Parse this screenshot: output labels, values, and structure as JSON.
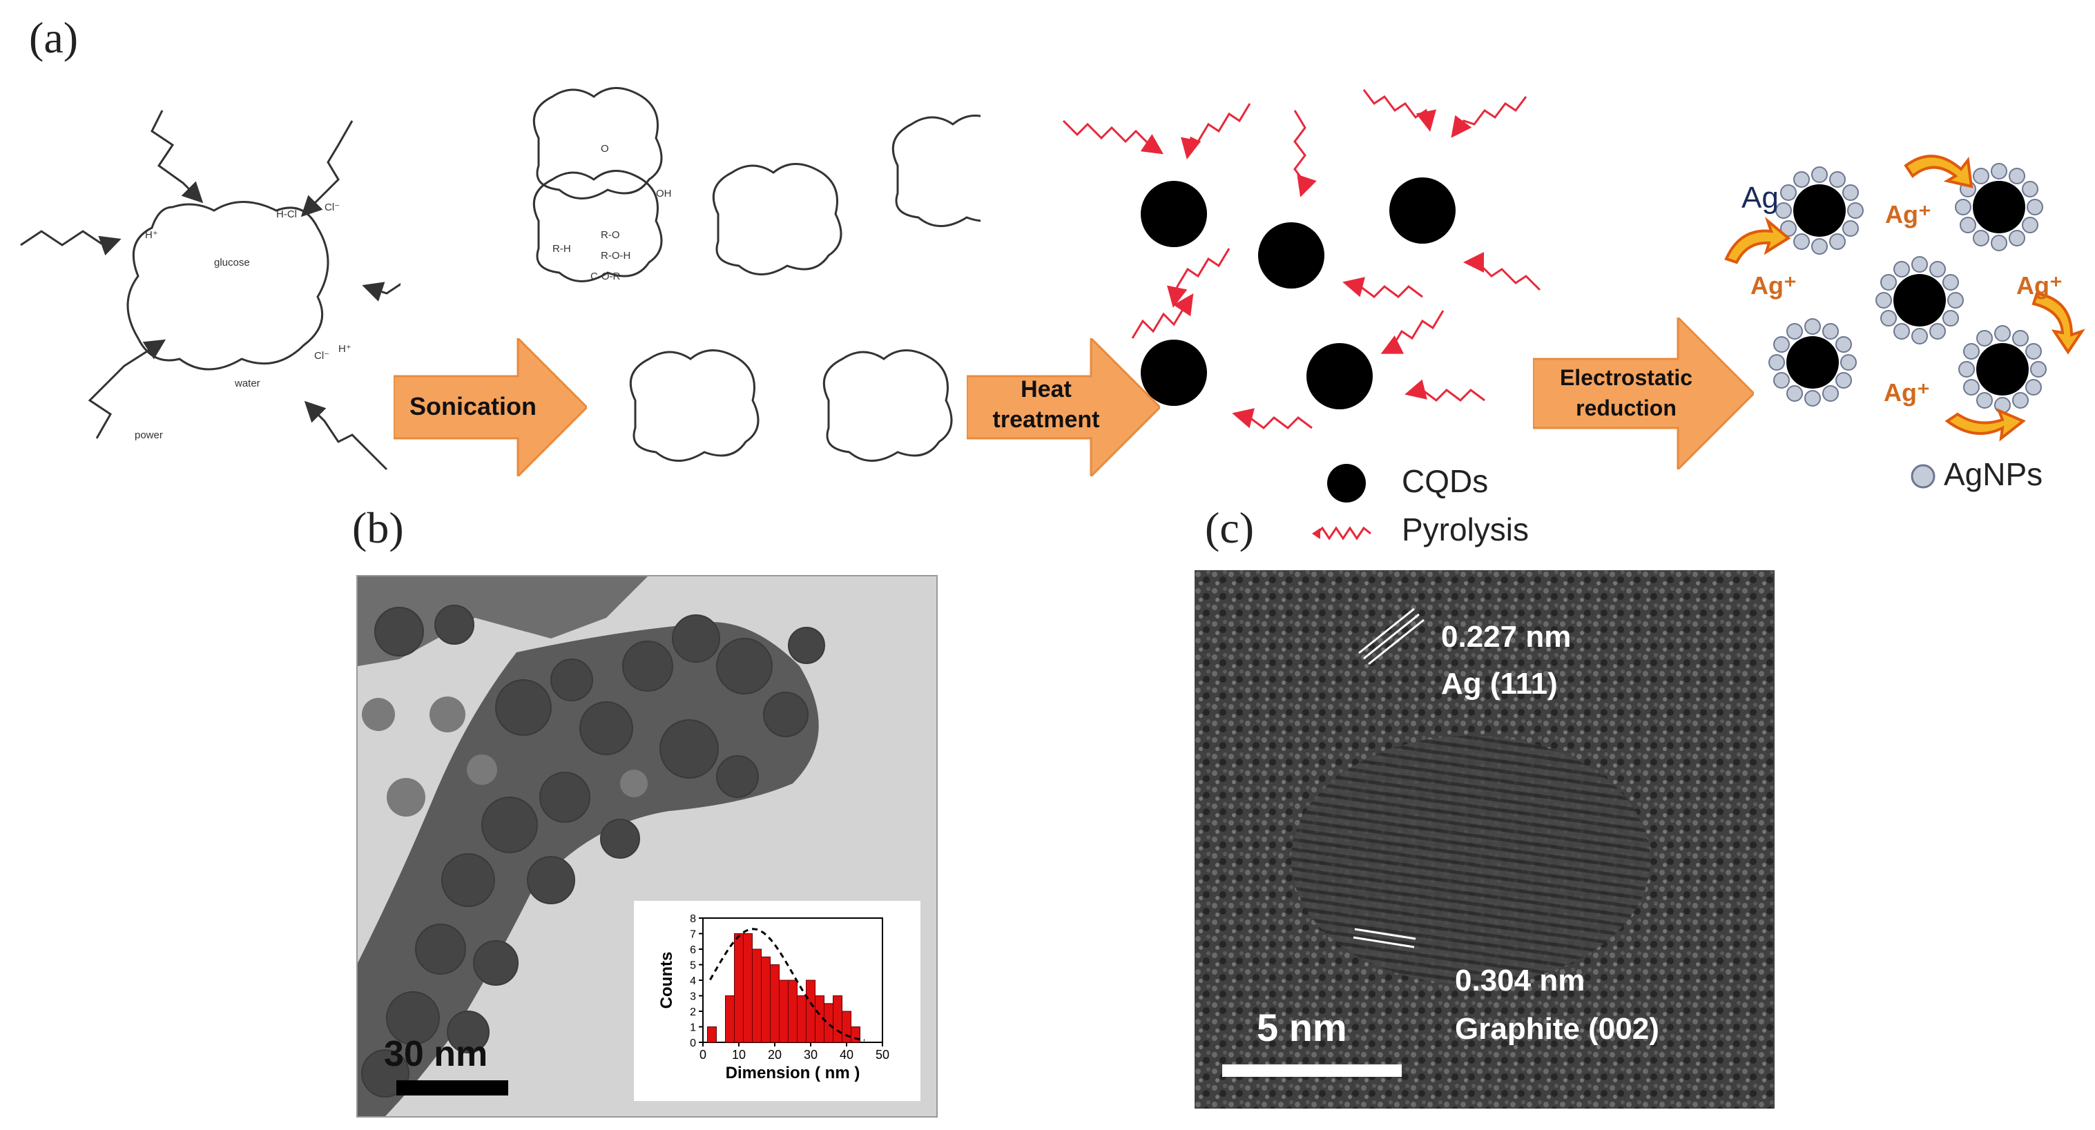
{
  "panels": {
    "a": {
      "label": "(a)",
      "beaker_labels": {
        "glucose": "glucose",
        "water": "water",
        "power": "power",
        "h_plus_1": "H⁺",
        "h_plus_2": "H⁺",
        "hcl": "H-Cl",
        "cl_1": "Cl⁻",
        "cl_2": "Cl⁻"
      },
      "molecule_labels": {
        "rh": "R-H",
        "ro": "R-O",
        "roh": "R-O-H",
        "cor": "C-O-R",
        "oh": "OH",
        "o": "O"
      },
      "steps": {
        "sonication": "Sonication",
        "heat_1": "Heat",
        "heat_2": "treatment",
        "electro_1": "Electrostatic",
        "electro_2": "reduction"
      },
      "ag_labels": {
        "ag": "Ag",
        "ag_plus": "Ag⁺"
      },
      "legend": {
        "cqds": "CQDs",
        "pyrolysis": "Pyrolysis",
        "agnps": "AgNPs"
      },
      "colors": {
        "arrow_orange": "#f5a25d",
        "pyrolysis_red": "#e8283a",
        "cqd_black": "#000000",
        "agnp_shell": "#b8c2d6",
        "ag_text": "#1a2a5a",
        "ag_plus_text": "#d2691e"
      }
    },
    "b": {
      "label": "(b)",
      "scale_bar": "30 nm",
      "histogram": {
        "xlabel": "Dimension ( nm )",
        "ylabel": "Counts",
        "x_ticks": [
          "0",
          "10",
          "20",
          "30",
          "40",
          "50"
        ],
        "y_ticks": [
          "0",
          "1",
          "2",
          "3",
          "4",
          "5",
          "6",
          "7",
          "8"
        ]
      }
    },
    "c": {
      "label": "(c)",
      "scale_bar": "5 nm",
      "annotations": {
        "d1": "0.227 nm",
        "d1_plane": "Ag (111)",
        "d2": "0.304 nm",
        "d2_plane": "Graphite (002)"
      }
    }
  },
  "chart_data": {
    "type": "bar",
    "categories": [
      "2.5",
      "7.5",
      "10",
      "12.5",
      "15",
      "17.5",
      "20",
      "22.5",
      "25",
      "27.5",
      "30",
      "32.5",
      "35",
      "37.5",
      "40",
      "42.5"
    ],
    "values": [
      1,
      3,
      7,
      7,
      6,
      5.5,
      5,
      4,
      4,
      3,
      4,
      3,
      2.5,
      3,
      2,
      1
    ],
    "xlabel": "Dimension ( nm )",
    "ylabel": "Counts",
    "xlim": [
      0,
      50
    ],
    "ylim": [
      0,
      8
    ],
    "fit": "gaussian",
    "bar_color": "#e01010"
  }
}
